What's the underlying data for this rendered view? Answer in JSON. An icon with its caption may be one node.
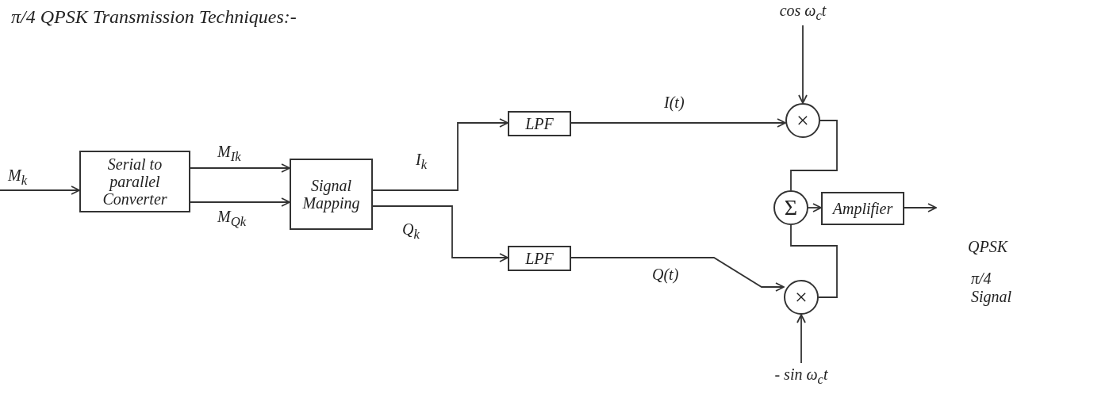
{
  "diagram": {
    "title": "π/4 QPSK Transmission Techniques:-",
    "nodes": [
      {
        "text": [
          "Serial to parallel Converter"
        ]
      },
      {
        "text": [
          "Signal Mapping"
        ]
      },
      {
        "text": [
          "LPF"
        ]
      },
      {
        "text": [
          "LPF"
        ]
      },
      {
        "text": [
          "×"
        ]
      },
      {
        "text": [
          "×"
        ]
      },
      {
        "text": [
          "Σ"
        ]
      },
      {
        "text": [
          "Amplifier"
        ]
      },
      {
        "text": [
          "cos ω$_{c}$t"
        ]
      },
      {
        "text": [
          "- sin ω$_{c}$t"
        ]
      }
    ],
    "edges": [
      {
        "from": null,
        "to": 0,
        "arrow": "to",
        "label": "M$_{k}$"
      },
      {
        "from": 0,
        "to": 1,
        "arrow": "to",
        "label": "M$_{Ik}$"
      },
      {
        "from": 0,
        "to": 1,
        "arrow": "to",
        "label": "M$_{Qk}$"
      },
      {
        "from": 1,
        "to": 2,
        "arrow": "to",
        "label": "I$_{k}$"
      },
      {
        "from": 1,
        "to": 3,
        "arrow": "to",
        "label": "Q$_{k}$"
      },
      {
        "from": 2,
        "to": 4,
        "arrow": "to",
        "label": "I(t)"
      },
      {
        "from": 3,
        "to": 5,
        "arrow": "to",
        "label": "Q(t)"
      },
      {
        "from": 8,
        "to": 4,
        "arrow": "to"
      },
      {
        "from": 9,
        "to": 5,
        "arrow": "to"
      },
      {
        "from": 4,
        "to": 6,
        "arrow": "none"
      },
      {
        "from": 5,
        "to": 6,
        "arrow": "none"
      },
      {
        "from": 6,
        "to": 7,
        "arrow": "to"
      },
      {
        "from": 7,
        "to": null,
        "arrow": "to"
      }
    ],
    "labels": [
      "QPSK",
      "π/4 Signal"
    ]
  }
}
